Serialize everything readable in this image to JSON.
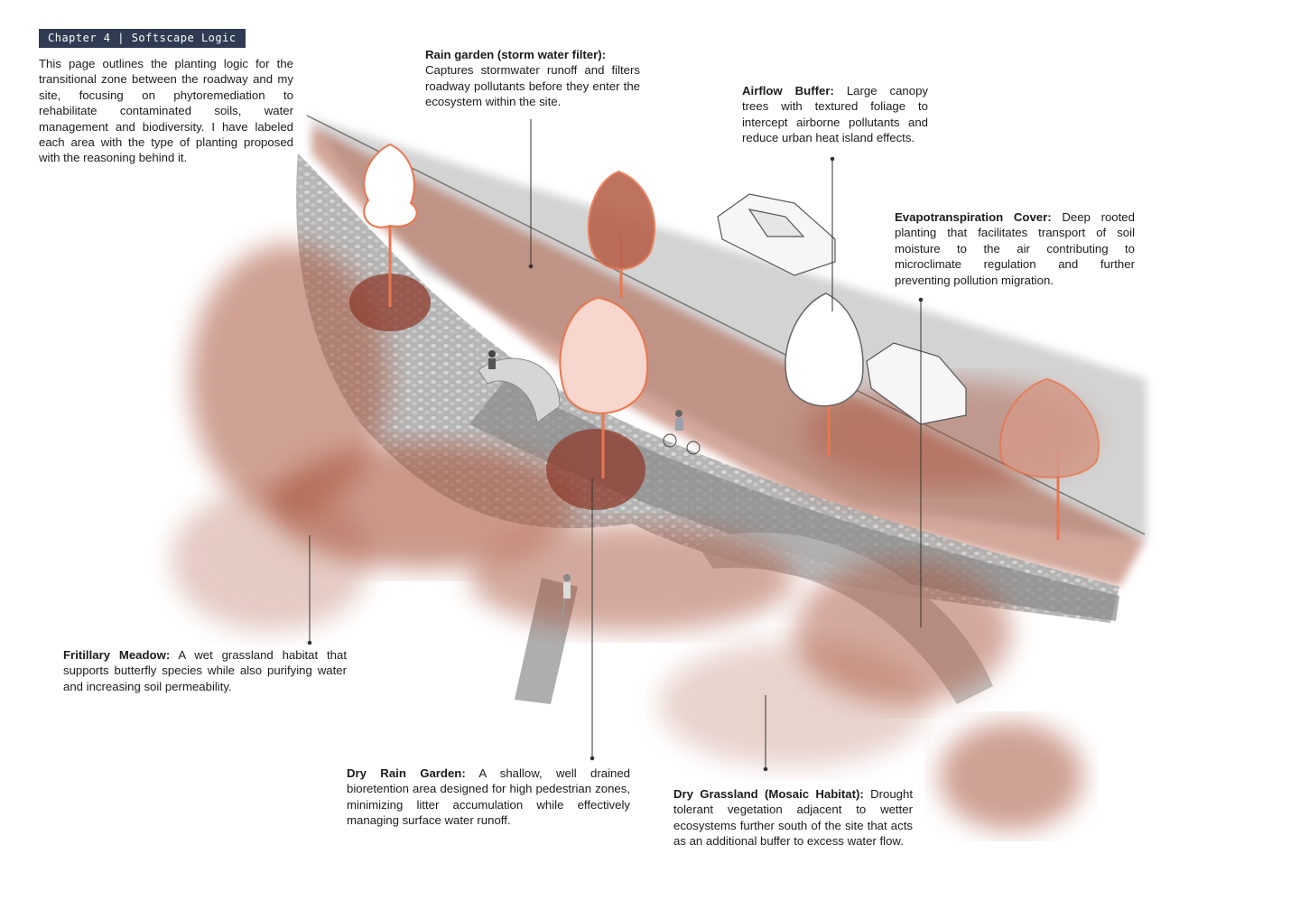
{
  "header": {
    "chapter_label": "Chapter 4 | Softscape Logic"
  },
  "intro": {
    "text": "This page outlines the planting logic for the transitional zone between the roadway and my site, focusing on phytoremediation to rehabilitate contaminated soils, water management and biodiversity. I have labeled each area with the type of planting proposed with the reasoning behind it."
  },
  "annotations": {
    "rain_garden": {
      "title": "Rain garden (storm water filter):",
      "body": "Captures stormwater runoff and filters roadway pollutants before they enter the ecosystem within the site."
    },
    "airflow_buffer": {
      "title": "Airflow Buffer:",
      "body": "Large canopy trees with textured foliage to intercept airborne pollutants and reduce urban heat island effects."
    },
    "evapotranspiration": {
      "title": "Evapotranspiration Cover:",
      "body": "Deep rooted planting that facilitates transport of soil moisture to the air contributing to microclimate regulation and further preventing pollution migration."
    },
    "fritillary_meadow": {
      "title": "Fritillary Meadow:",
      "body": "A wet grassland habitat that supports butterfly species while also purifying water and increasing soil permeability."
    },
    "dry_rain_garden": {
      "title": "Dry Rain Garden:",
      "body": "A shallow, well drained bioretention area designed for high pedestrian zones, minimizing litter accumulation while effectively managing surface water runoff."
    },
    "dry_grassland": {
      "title": "Dry Grassland (Mosaic Habitat):",
      "body": "Drought tolerant vegetation adjacent to wetter ecosystems further south of the site that acts as an additional buffer to excess water flow."
    }
  },
  "colors": {
    "chapter_bg": "#2e3b52",
    "planting_rust": "#a9543c",
    "tree_outline": "#e9774f",
    "paving_grey": "#9d9d9d",
    "road_grey": "#cfcfcf"
  }
}
